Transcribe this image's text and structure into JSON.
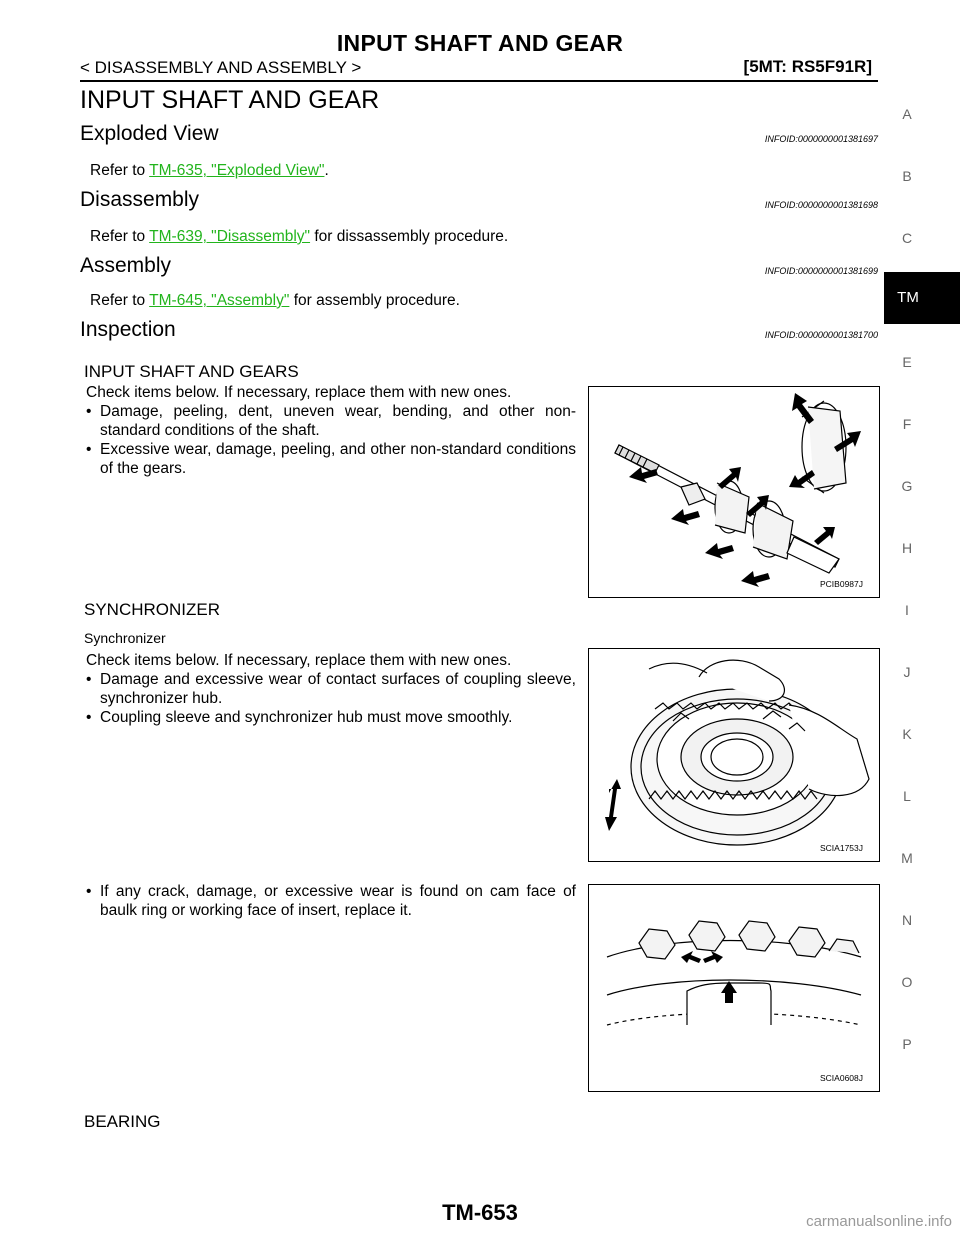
{
  "header": {
    "title": "INPUT SHAFT AND GEAR",
    "subtitle": "< DISASSEMBLY AND ASSEMBLY >",
    "code": "[5MT: RS5F91R]"
  },
  "page_title": "INPUT SHAFT AND GEAR",
  "sections": {
    "exploded": {
      "heading": "Exploded View",
      "infoid": "INFOID:0000000001381697",
      "pre": "Refer to ",
      "link": "TM-635, \"Exploded View\"",
      "post": "."
    },
    "disassembly": {
      "heading": "Disassembly",
      "infoid": "INFOID:0000000001381698",
      "pre": "Refer to ",
      "link": "TM-639, \"Disassembly\"",
      "post": " for dissassembly procedure."
    },
    "assembly": {
      "heading": "Assembly",
      "infoid": "INFOID:0000000001381699",
      "pre": "Refer to ",
      "link": "TM-645, \"Assembly\"",
      "post": " for assembly procedure."
    },
    "inspection": {
      "heading": "Inspection",
      "infoid": "INFOID:0000000001381700"
    }
  },
  "input_shaft": {
    "heading": "INPUT SHAFT AND GEARS",
    "intro": "Check items below. If necessary, replace them with new ones.",
    "items": [
      "Damage, peeling, dent, uneven wear, bending, and other non-standard conditions of the shaft.",
      "Excessive wear, damage, peeling, and other non-standard conditions of the gears."
    ],
    "figure_code": "PCIB0987J"
  },
  "synchronizer": {
    "heading": "SYNCHRONIZER",
    "subheading": "Synchronizer",
    "intro": "Check items below. If necessary, replace them with new ones.",
    "items": [
      "Damage and excessive wear of contact surfaces of coupling sleeve, synchronizer hub.",
      "Coupling sleeve and synchronizer hub must move smoothly."
    ],
    "figure_code": "SCIA1753J"
  },
  "baulk": {
    "items": [
      "If any crack, damage, or excessive wear is found on cam face of baulk ring or working face of insert, replace it."
    ],
    "figure_code": "SCIA0608J"
  },
  "bearing": {
    "heading": "BEARING"
  },
  "sidebar": {
    "letters": [
      "A",
      "B",
      "C",
      "E",
      "F",
      "G",
      "H",
      "I",
      "J",
      "K",
      "L",
      "M",
      "N",
      "O",
      "P"
    ],
    "active": "TM"
  },
  "footer": {
    "page": "TM-653"
  },
  "watermark": "carmanualsonline.info"
}
